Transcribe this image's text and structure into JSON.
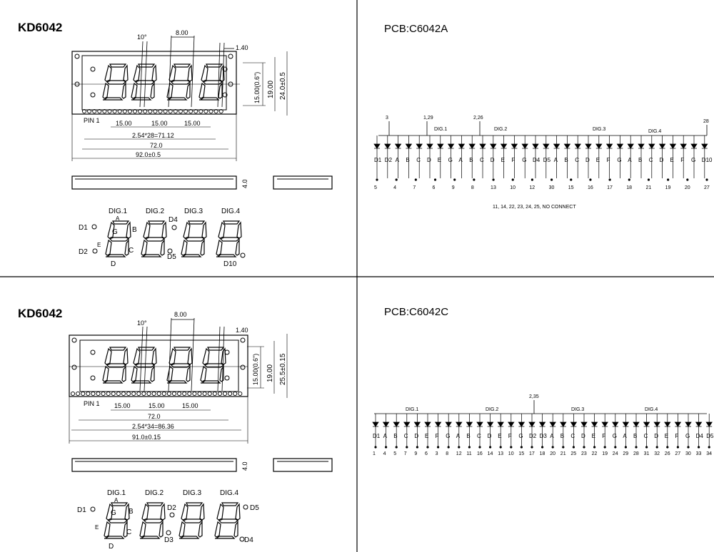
{
  "q1": {
    "title": "KD6042",
    "dims": {
      "angle": "10°",
      "pitch": "8.00",
      "seg_width": "1.40",
      "char_height": "15.00(0.6\")",
      "body_height": "19.00",
      "total_height": "24.0±0.5",
      "pin1": "PIN 1",
      "spacing": [
        "15.00",
        "15.00",
        "15.00"
      ],
      "pin_span": "2.54*28=71.12",
      "width_inner": "72.0",
      "width_total": "92.0±0.5",
      "depth": "4.0"
    },
    "digits": {
      "names": [
        "DIG.1",
        "DIG.2",
        "DIG.3",
        "DIG.4"
      ],
      "seg_a": "A",
      "seg_b": "B",
      "seg_c": "C",
      "seg_d": "D",
      "seg_e": "E",
      "seg_g": "G",
      "d1": "D1",
      "d2": "D2",
      "d4": "D4",
      "d5": "D5",
      "d10": "D10"
    }
  },
  "q2": {
    "title": "PCB:C6042A",
    "digits": [
      "DIG.1",
      "DIG.2",
      "DIG.3",
      "DIG.4"
    ],
    "top_pins": [
      "3",
      "1,29",
      "2,26",
      "28"
    ],
    "segments": [
      "D1",
      "D2",
      "A",
      "B",
      "C",
      "D",
      "E",
      "G",
      "A",
      "B",
      "C",
      "D",
      "E",
      "F",
      "G",
      "D4",
      "D5",
      "A",
      "B",
      "C",
      "D",
      "E",
      "F",
      "G",
      "A",
      "B",
      "C",
      "D",
      "E",
      "F",
      "G",
      "D10"
    ],
    "bottom_pins": [
      "5",
      "4",
      "7",
      "6",
      "9",
      "8",
      "13",
      "10",
      "12",
      "30",
      "15",
      "16",
      "17",
      "18",
      "21",
      "19",
      "20",
      "27"
    ],
    "note": "11, 14, 22, 23, 24, 25, NO CONNECT"
  },
  "q3": {
    "title": "KD6042",
    "dims": {
      "angle": "10°",
      "pitch": "8.00",
      "seg_width": "1.40",
      "char_height": "15.00(0.6\")",
      "body_height": "19.00",
      "total_height": "25.5±0.15",
      "pin1": "PIN 1",
      "spacing": [
        "15.00",
        "15.00",
        "15.00"
      ],
      "width_inner": "72.0",
      "pin_span": "2.54*34=86.36",
      "width_total": "91.0±0.15",
      "depth": "4.0"
    },
    "digits": {
      "names": [
        "DIG.1",
        "DIG.2",
        "DIG.3",
        "DIG.4"
      ],
      "seg_a": "A",
      "seg_b": "B",
      "seg_c": "C",
      "seg_d": "D",
      "seg_e": "E",
      "seg_g": "G",
      "d1": "D1",
      "d2": "D2",
      "d3": "D3",
      "d4": "D4",
      "d5": "D5"
    }
  },
  "q4": {
    "title": "PCB:C6042C",
    "digits": [
      "DIG.1",
      "DIG.2",
      "DIG.3",
      "DIG.4"
    ],
    "top_pin": "2,35",
    "segments": [
      "D1",
      "A",
      "B",
      "C",
      "D",
      "E",
      "F",
      "G",
      "A",
      "B",
      "C",
      "D",
      "E",
      "F",
      "G",
      "D2",
      "D3",
      "A",
      "B",
      "C",
      "D",
      "E",
      "F",
      "G",
      "A",
      "B",
      "C",
      "D",
      "E",
      "F",
      "G",
      "D4",
      "D5"
    ],
    "bottom_pins": [
      "1",
      "4",
      "5",
      "7",
      "9",
      "6",
      "3",
      "8",
      "12",
      "11",
      "16",
      "14",
      "13",
      "10",
      "15",
      "17",
      "18",
      "20",
      "21",
      "25",
      "23",
      "22",
      "19",
      "24",
      "29",
      "28",
      "31",
      "32",
      "26",
      "27",
      "30",
      "33",
      "34"
    ]
  }
}
